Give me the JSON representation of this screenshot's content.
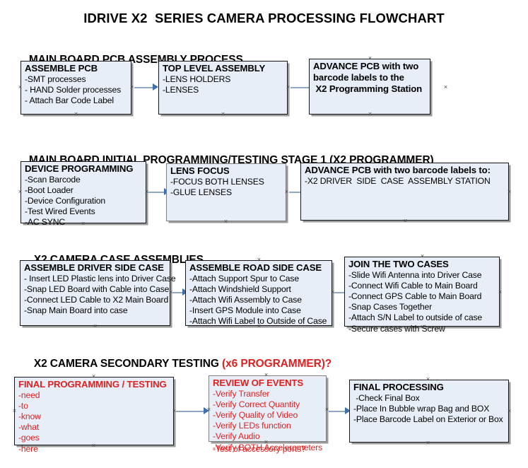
{
  "title": "IDRIVE X2  SERIES CAMERA PROCESSING FLOWCHART",
  "sections": [
    {
      "heading": "MAIN BOARD PCB ASSEMBLY PROCESS",
      "heading_red": "",
      "nodes": [
        {
          "title": "ASSEMBLE PCB",
          "lines": [
            "-SMT processes",
            "- HAND Solder processes",
            "- Attach Bar Code Label"
          ],
          "bold_lines": false,
          "color": "black"
        },
        {
          "title": "TOP LEVEL ASSEMBLY",
          "lines": [
            "-LENS HOLDERS",
            "-LENSES"
          ],
          "bold_lines": false,
          "color": "black"
        },
        {
          "title": "ADVANCE PCB with two",
          "lines": [
            "barcode labels to the",
            " X2 Programming Station"
          ],
          "bold_lines": true,
          "color": "black"
        }
      ]
    },
    {
      "heading": "MAIN BOARD INITIAL PROGRAMMING/TESTING STAGE 1 (X2 PROGRAMMER)",
      "heading_red": "",
      "nodes": [
        {
          "title": "DEVICE PROGRAMMING",
          "lines": [
            "-Scan Barcode",
            "-Boot Loader",
            "-Device Configuration",
            "-Test Wired Events",
            "-AC SYNC"
          ],
          "bold_lines": false,
          "color": "black"
        },
        {
          "title": "LENS FOCUS",
          "lines": [
            "-FOCUS BOTH LENSES",
            "-GLUE LENSES"
          ],
          "bold_lines": false,
          "color": "black"
        },
        {
          "title": "ADVANCE PCB with two barcode labels to:",
          "lines": [
            "-X2 DRIVER  SIDE  CASE  ASSEMBLY STATION"
          ],
          "bold_lines": false,
          "color": "black"
        }
      ]
    },
    {
      "heading": "X2 CAMERA CASE ASSEMBLIES",
      "heading_red": "",
      "nodes": [
        {
          "title": "ASSEMBLE DRIVER SIDE CASE",
          "lines": [
            "- Insert LED Plastic lens into Driver Case",
            "-Snap LED Board with Cable into Case",
            "-Connect LED Cable to X2 Main Board",
            "-Snap Main Board into case"
          ],
          "bold_lines": false,
          "color": "black"
        },
        {
          "title": "ASSEMBLE ROAD SIDE CASE",
          "lines": [
            "-Attach Support Spur to Case",
            "-Attach Windshield Support",
            "-Attach Wifi Assembly to Case",
            "-Insert GPS Module into Case",
            "-Attach Wifi Label to Outside of Case"
          ],
          "bold_lines": false,
          "color": "black"
        },
        {
          "title": "JOIN THE TWO CASES",
          "lines": [
            "-Slide Wifi Antenna into Driver Case",
            "-Connect Wifi Cable to Main Board",
            "-Connect GPS Cable to Main Board",
            "-Snap Cases Together",
            "-Attach S/N Label to outside of case",
            "-Secure cases with Screw"
          ],
          "bold_lines": false,
          "color": "black"
        }
      ]
    },
    {
      "heading": "X2 CAMERA SECONDARY TESTING ",
      "heading_red": "(x6 PROGRAMMER)?",
      "nodes": [
        {
          "title": "FINAL PROGRAMMING / TESTING",
          "lines": [
            "-need",
            "-to",
            "-know",
            "-what",
            "-goes",
            "-here"
          ],
          "bold_lines": false,
          "color": "red"
        },
        {
          "title": "REVIEW OF EVENTS",
          "lines": [
            "-Verify Transfer",
            "-Verify Correct Quantity",
            "-Verify Quality of Video",
            "-Verify LEDs function",
            "-Verify Audio",
            "-Verify BOTH Accelerometers"
          ],
          "overflow_line": "-Test of accessory ports?",
          "bold_lines": false,
          "color": "red"
        },
        {
          "title": "FINAL PROCESSING",
          "lines": [
            " -Check Final Box",
            "-Place In Bubble wrap Bag and BOX",
            "-Place Barcode Label on Exterior or Box"
          ],
          "bold_lines": false,
          "color": "black"
        }
      ]
    }
  ],
  "colors": {
    "node_fill": "#e8eef7",
    "node_border": "#16171a",
    "node_shadow": "#9a9a9a",
    "connector_line": "#8fa9c4",
    "connector_head": "#3f6fae",
    "red_text": "#e02020",
    "text": "#000000",
    "background": "#ffffff"
  }
}
